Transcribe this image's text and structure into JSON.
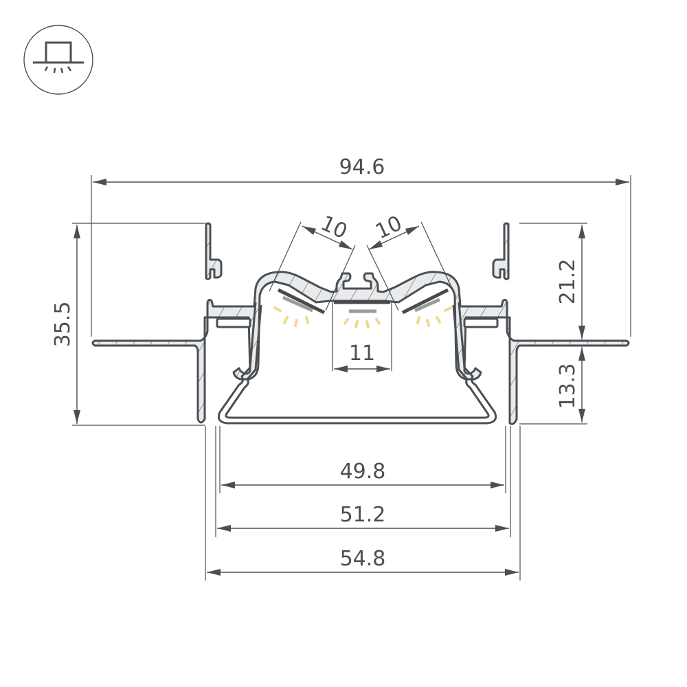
{
  "icon": {
    "name": "recessed-ceiling-light-icon",
    "description": "Circle with recessed fixture and downward light rays"
  },
  "colors": {
    "line": "#4a4f54",
    "profile_fill": "#e9eaeb",
    "led_strip": "#4a4a4a",
    "led_diffuse": "#9b9b9b",
    "light_rays": "#f3d792",
    "background": "#ffffff"
  },
  "dimensions": {
    "overall_width": "94.6",
    "overall_height": "35.5",
    "upper_height": "21.2",
    "lower_height": "13.3",
    "left_led_angle_width": "10",
    "right_led_angle_width": "10",
    "center_led_width": "11",
    "inner_width": "49.8",
    "diffuser_width": "51.2",
    "body_width": "54.8"
  },
  "units": "mm"
}
